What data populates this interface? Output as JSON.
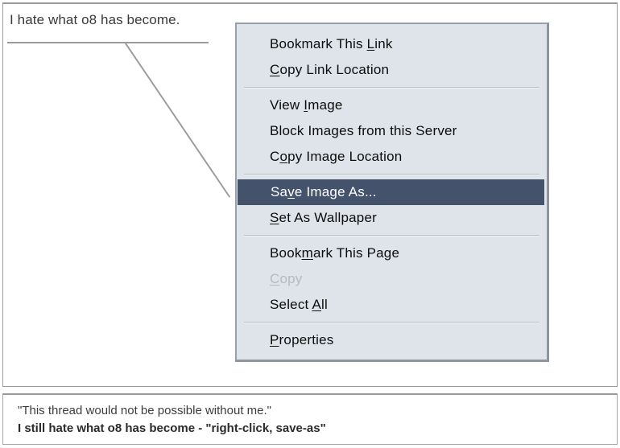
{
  "header": {
    "quote": "I hate what o8 has become."
  },
  "context_menu": {
    "name": "browser-context-menu",
    "groups": [
      {
        "items": [
          {
            "label_before": "Bookmark This ",
            "accel": "L",
            "label_after": "ink",
            "state": "normal"
          },
          {
            "label_before": "",
            "accel": "C",
            "label_after": "opy Link Location",
            "state": "normal"
          }
        ]
      },
      {
        "items": [
          {
            "label_before": "View ",
            "accel": "I",
            "label_after": "mage",
            "state": "normal"
          },
          {
            "label_before": "Block Images from this Server",
            "accel": "",
            "label_after": "",
            "state": "normal"
          },
          {
            "label_before": "C",
            "accel": "o",
            "label_after": "py Image Location",
            "state": "normal"
          }
        ]
      },
      {
        "items": [
          {
            "label_before": "Sa",
            "accel": "v",
            "label_after": "e Image As...",
            "state": "selected"
          },
          {
            "label_before": "",
            "accel": "S",
            "label_after": "et As Wallpaper",
            "state": "normal"
          }
        ]
      },
      {
        "items": [
          {
            "label_before": "Book",
            "accel": "m",
            "label_after": "ark This Page",
            "state": "normal"
          },
          {
            "label_before": "",
            "accel": "C",
            "label_after": "opy",
            "state": "disabled"
          },
          {
            "label_before": "Select ",
            "accel": "A",
            "label_after": "ll",
            "state": "normal"
          }
        ]
      },
      {
        "items": [
          {
            "label_before": "",
            "accel": "P",
            "label_after": "roperties",
            "state": "normal"
          }
        ]
      }
    ]
  },
  "caption": {
    "line1": "\"This thread would not be possible without me.\"",
    "line2": "I still hate what o8 has become - \"right-click, save-as\""
  },
  "colors": {
    "menu_background": "#dfe4ea",
    "menu_highlight": "#44526b",
    "menu_highlight_text": "#ffffff",
    "menu_disabled_text": "#b4bac2",
    "pointer_line": "#9b9b9b",
    "panel_border": "#9a9a9a"
  }
}
